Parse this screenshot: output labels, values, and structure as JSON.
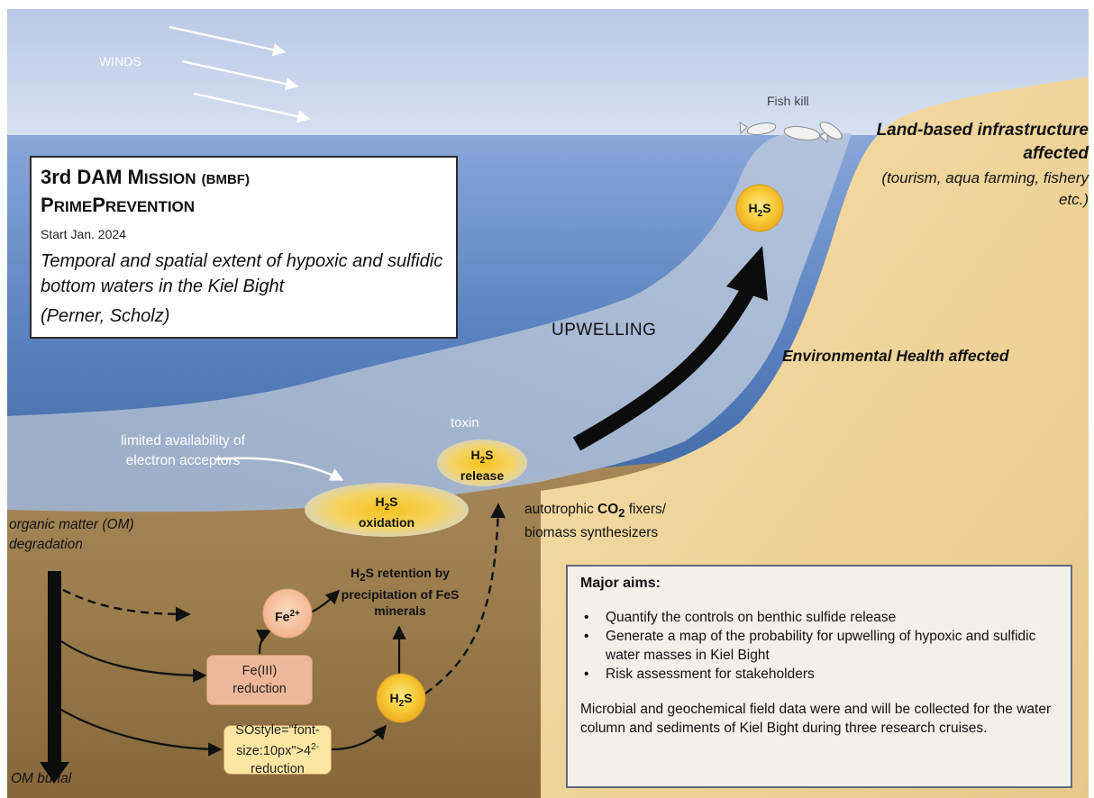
{
  "labels": {
    "winds": "WINDS",
    "fish_kill": "Fish kill",
    "land_infrastructure_title": "Land-based infrastructure affected",
    "land_infrastructure_detail": "(tourism, aqua farming, fishery etc.)",
    "environmental_health": "Environmental Health affected",
    "upwelling": "UPWELLING",
    "toxin": "toxin",
    "limited_acceptors": "limited availability of electron acceptors",
    "om_degradation": "organic matter (OM) degradation",
    "om_burial": "OM burial",
    "autotrophic": "autotrophic CO2 fixers/ biomass synthesizers",
    "h2s_retention": "H2S retention by precipitation of FeS minerals"
  },
  "nodes": {
    "h2s_top": "H2S",
    "h2s_release": "H2S release",
    "h2s_oxidation": "H2S oxidation",
    "fe2": "Fe2+",
    "fe3_reduction": "Fe(III) reduction",
    "h2s_sediment": "H2S",
    "so4_reduction": "SO42- reduction"
  },
  "mission": {
    "title_line1": "3rd DAM Mission (BMBF)",
    "title_line2": "PrimePrevention",
    "start": "Start Jan. 2024",
    "topic": "Temporal and spatial extent of hypoxic and sulfidic bottom waters in the Kiel Bight",
    "authors": "(Perner, Scholz)"
  },
  "aims": {
    "heading": "Major aims:",
    "items": [
      "Quantify the controls on benthic sulfide release",
      "Generate a map of the probability for upwelling of hypoxic and sulfidic water masses in Kiel Bight",
      "Risk assessment for stakeholders"
    ],
    "note": "Microbial and geochemical field data were and will be collected for the water column and sediments of Kiel Bight during three research cruises."
  },
  "colors": {
    "sky": "#c3d2ea",
    "sea_surface": "#7e9ed4",
    "sea_deep": "#3d6aa8",
    "sulfidic_water": "#a3b3cb",
    "sediment": "#9c7f4e",
    "land": "#efd59c",
    "h2s_yellow": "#f4c12a",
    "fe_box": "#efb79a",
    "so4_box": "#fde6a2"
  }
}
